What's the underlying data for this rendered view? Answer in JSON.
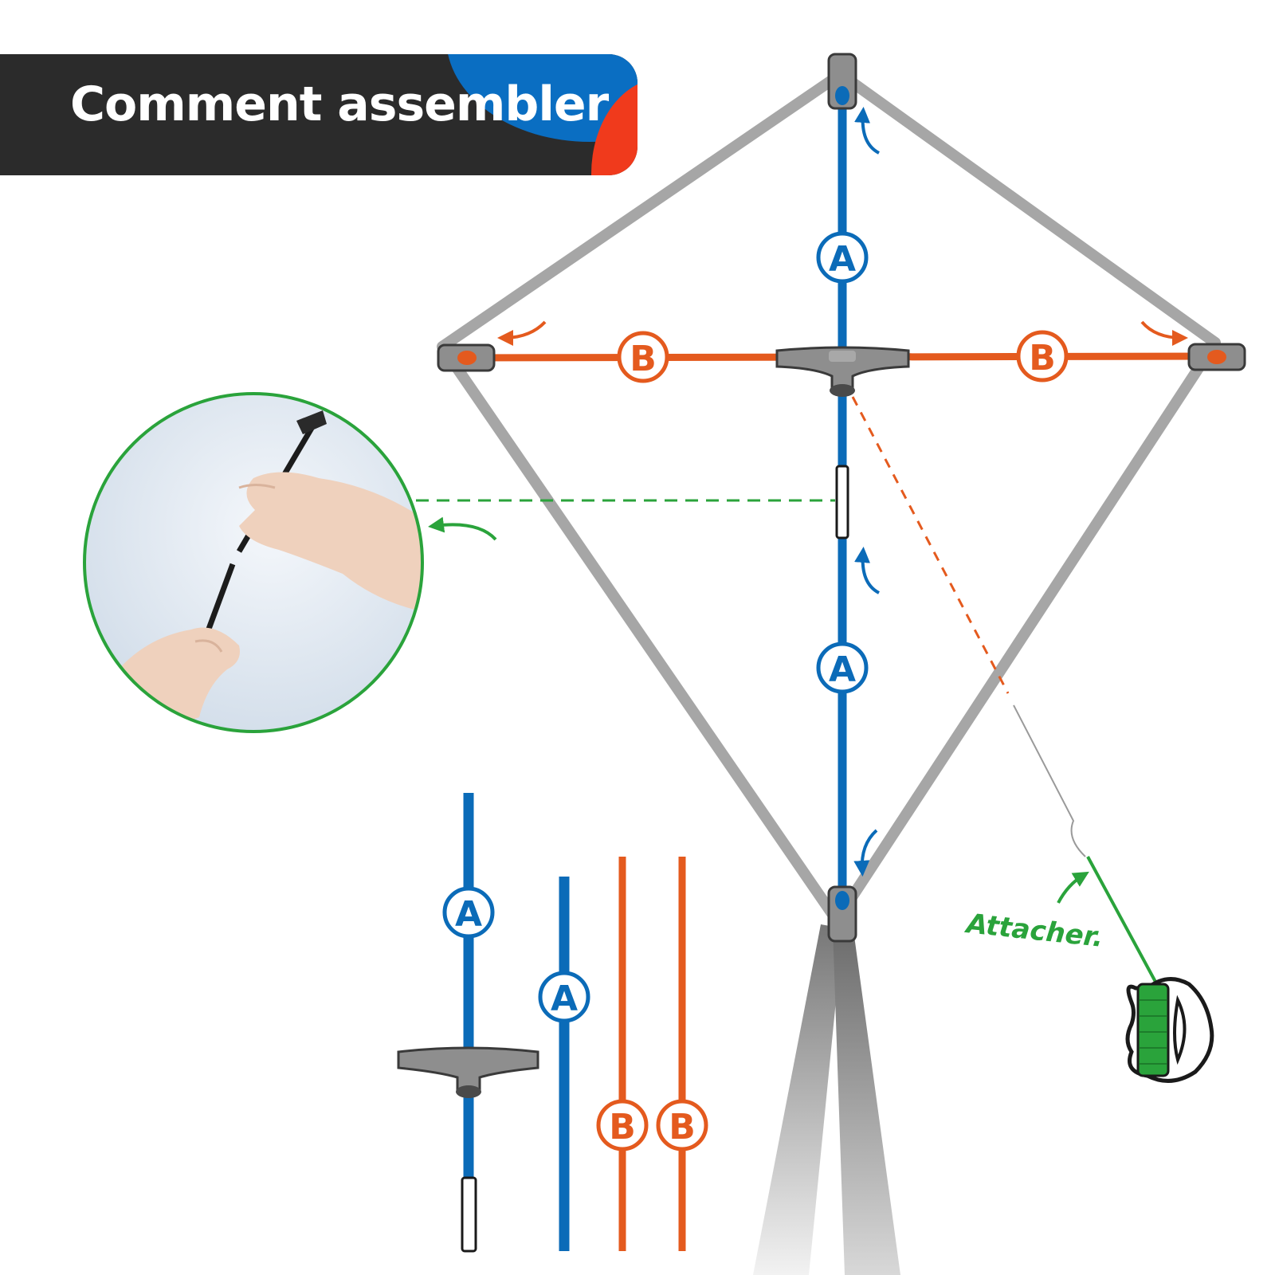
{
  "banner": {
    "title": "Comment assembler"
  },
  "labels": {
    "spine_rod": "A",
    "spar_rod": "B",
    "attach": "Attacher."
  },
  "colors": {
    "spine_blue": "#0b6bb8",
    "spar_orange": "#e45a1e",
    "attach_green": "#2aa33b",
    "frame_gray": "#a6a6a6",
    "banner_dark": "#2b2b2b"
  },
  "icons": [
    "curved-arrow-icon",
    "connector-icon",
    "line-reel-icon",
    "hands-photo-icon"
  ]
}
